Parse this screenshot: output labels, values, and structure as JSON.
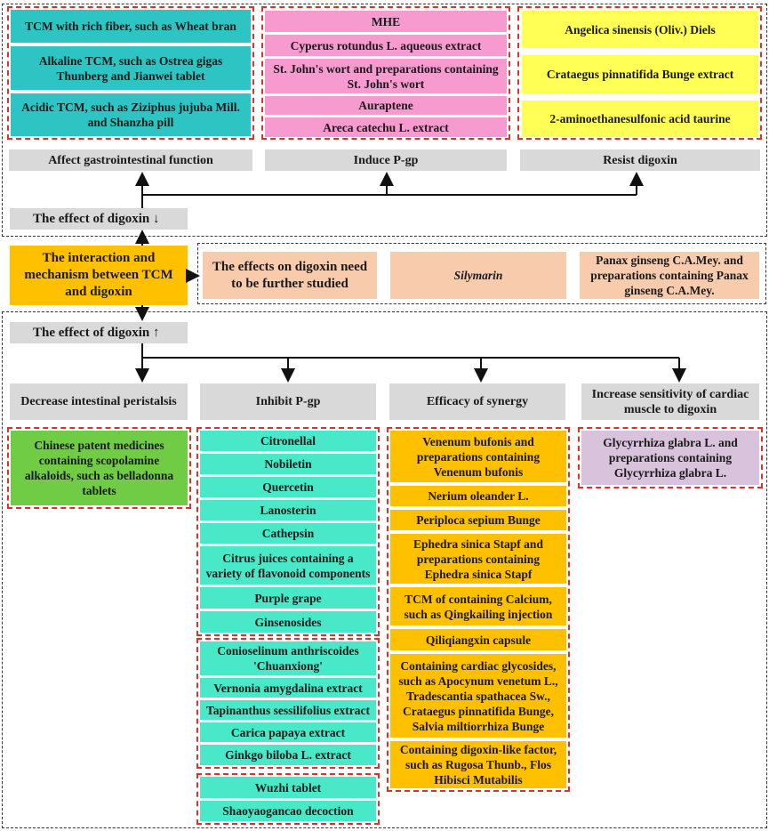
{
  "central_node": "The interaction and mechanism between TCM and digoxin",
  "decrease_section": {
    "effect_label": "The effect of digoxin ↓",
    "groups": [
      {
        "mechanism": "Affect gastrointestinal function",
        "items": [
          "TCM with rich fiber, such as Wheat bran",
          "Alkaline TCM, such as Ostrea gigas Thunberg and Jianwei tablet",
          "Acidic TCM, such as Ziziphus jujuba Mill. and Shanzha pill"
        ]
      },
      {
        "mechanism": "Induce P-gp",
        "items": [
          "MHE",
          "Cyperus rotundus L. aqueous extract",
          "St. John's wort and preparations containing St. John's wort",
          "Auraptene",
          "Areca catechu L. extract"
        ]
      },
      {
        "mechanism": "Resist digoxin",
        "items": [
          "Angelica sinensis (Oliv.) Diels",
          "Crataegus pinnatifida Bunge extract",
          "2-aminoethanesulfonic acid taurine"
        ]
      }
    ]
  },
  "unclear_section": {
    "label": "The effects on digoxin need to be further studied",
    "items": [
      "Silymarin",
      "Panax ginseng C.A.Mey. and preparations containing Panax ginseng C.A.Mey."
    ]
  },
  "increase_section": {
    "effect_label": "The effect of digoxin ↑",
    "groups": [
      {
        "mechanism": "Decrease intestinal peristalsis",
        "items": [
          "Chinese patent medicines containing scopolamine alkaloids, such as belladonna tablets"
        ]
      },
      {
        "mechanism": "Inhibit P-gp",
        "items_group1": [
          "Citronellal",
          "Nobiletin",
          "Quercetin",
          "Lanosterin",
          "Cathepsin",
          "Citrus juices containing a variety of flavonoid components",
          "Purple grape",
          "Ginsenosides"
        ],
        "items_group2": [
          "Conioselinum anthriscoides 'Chuanxiong'",
          "Vernonia amygdalina extract",
          "Tapinanthus sessilifolius extract",
          "Carica papaya extract",
          "Ginkgo biloba L. extract"
        ],
        "items_group3": [
          "Wuzhi tablet",
          "Shaoyaogancao decoction"
        ]
      },
      {
        "mechanism": "Efficacy of synergy",
        "items": [
          "Venenum bufonis and preparations containing Venenum bufonis",
          "Nerium oleander L.",
          "Periploca sepium Bunge",
          "Ephedra sinica Stapf and preparations containing Ephedra sinica Stapf",
          "TCM of containing Calcium, such as Qingkailing injection",
          "Qiliqiangxin capsule",
          "Containing cardiac glycosides, such as Apocynum venetum L., Tradescantia spathacea Sw., Crataegus pinnatifida Bunge, Salvia miltiorrhiza Bunge",
          "Containing digoxin-like factor, such as Rugosa Thunb., Flos Hibisci Mutabilis"
        ]
      },
      {
        "mechanism": "Increase sensitivity of cardiac muscle to digoxin",
        "items": [
          "Glycyrrhiza glabra L. and preparations containing Glycyrrhiza glabra L."
        ]
      }
    ]
  },
  "colors": {
    "teal": "#2ec4c4",
    "pink": "#f79ad0",
    "yellow": "#ffff55",
    "gray": "#d9d9d9",
    "orange": "#ffc000",
    "salmon": "#f8cbad",
    "green": "#70cc44",
    "mint": "#48e8c8",
    "lilac": "#d9c2dc",
    "red_dash": "#e0302a"
  }
}
